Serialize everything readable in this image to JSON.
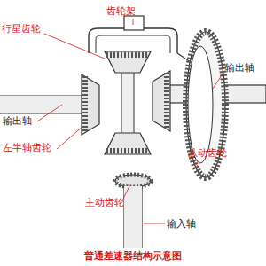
{
  "diagram": {
    "caption": "普通差速器结构示意图",
    "labels": [
      "行星齿轮",
      "齿轮架",
      "输出轴",
      "输出轴",
      "左半轴齿轮",
      "从动齿轮",
      "主动齿轮",
      "输入轴"
    ]
  }
}
